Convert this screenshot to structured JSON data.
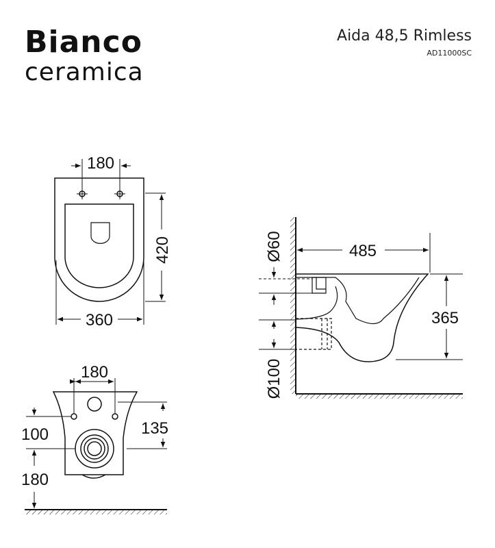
{
  "brand": {
    "line1": "Bianco",
    "line2": "ceramica"
  },
  "product": {
    "name": "Aida 48,5 Rimless",
    "code": "AD11000SC"
  },
  "dimensions": {
    "top_view": {
      "bolt_spacing": "180",
      "depth": "420",
      "width": "360"
    },
    "front_view": {
      "bolt_spacing": "180",
      "bolt_height": "135",
      "outlet_offset": "100",
      "floor_to_outlet": "180"
    },
    "side_view": {
      "inlet_diameter": "Ø60",
      "length": "485",
      "height": "365",
      "outlet_diameter": "Ø100"
    }
  }
}
